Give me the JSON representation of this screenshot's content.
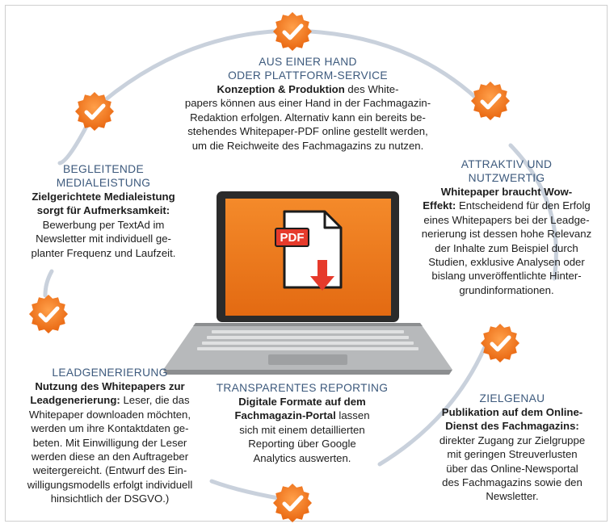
{
  "colors": {
    "accent": "#f07b1d",
    "ring": "#c9d1dc",
    "title": "#3d5a7d",
    "laptop": "#8c8e90"
  },
  "laptop": {
    "badge": "PDF"
  },
  "blocks": {
    "top": {
      "title_1": "AUS EINER HAND",
      "title_2": "ODER PLATTFORM-SERVICE",
      "bold": "Konzeption & Produktion",
      "l1": " des White-",
      "l2": "papers können aus einer Hand in der Fachmagazin-",
      "l3": "Redaktion erfolgen. Alternativ kann ein bereits be-",
      "l4": "stehendes Whitepaper-PDF online gestellt werden,",
      "l5": "um die Reichweite des Fachmagazins zu nutzen."
    },
    "left": {
      "title_1": "BEGLEITENDE",
      "title_2": "MEDIALEISTUNG",
      "bold_1": "Zielgerichtete Medialeistung",
      "bold_2": "sorgt für Aufmerksamkeit:",
      "l1": "Bewerbung per TextAd im",
      "l2": "Newsletter mit individuell ge-",
      "l3": "planter Frequenz und Laufzeit."
    },
    "right": {
      "title_1": "ATTRAKTIV UND",
      "title_2": "NUTZWERTIG",
      "bold_1": "Whitepaper braucht Wow-",
      "bold_2": "Effekt:",
      "l1": " Entscheidend für den Erfolg",
      "l2": "eines Whitepapers bei der Leadge-",
      "l3": "nerierung ist dessen hohe Relevanz",
      "l4": "der Inhalte zum Beispiel durch",
      "l5": "Studien, exklusive Analysen oder",
      "l6": "bislang unveröffentlichte Hinter-",
      "l7": "grundinformationen."
    },
    "bottom_left": {
      "title": "LEADGENERIERUNG",
      "bold_1": "Nutzung des Whitepapers zur",
      "bold_2": "Leadgenerierung:",
      "l1": " Leser, die das",
      "l2": "Whitepaper downloaden möchten,",
      "l3": "werden um ihre Kontaktdaten ge-",
      "l4": "beten. Mit Einwilligung der Leser",
      "l5": "werden diese an den Auftrageber",
      "l6": "weitergereicht. (Entwurf des Ein-",
      "l7": "willigungsmodells erfolgt individuell",
      "l8": "hinsichtlich der DSGVO.)"
    },
    "bottom_center": {
      "title": "TRANSPARENTES REPORTING",
      "bold_1": "Digitale Formate auf dem",
      "bold_2": "Fachmagazin-Portal",
      "l1": " lassen",
      "l2": "sich mit einem detaillierten",
      "l3": "Reporting über Google",
      "l4": "Analytics auswerten."
    },
    "bottom_right": {
      "title": "ZIELGENAU",
      "bold_1": "Publikation auf dem Online-",
      "bold_2": "Dienst des Fachmagazins:",
      "l1": "direkter Zugang zur Zielgruppe",
      "l2": "mit geringen Streuverlusten",
      "l3": "über das Online-Newsportal",
      "l4": "des Fachmagazins sowie den",
      "l5": "Newsletter."
    }
  }
}
